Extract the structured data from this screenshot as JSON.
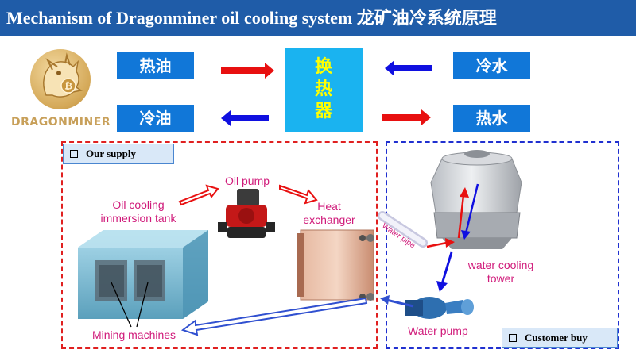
{
  "title": "Mechanism of Dragonminer oil cooling system 龙矿油冷系统原理",
  "logo": {
    "text": "DRAGONMINER",
    "icon": "dragon-bitcoin-logo"
  },
  "exchange": {
    "hot_oil": "热油",
    "cold_oil": "冷油",
    "cold_water": "冷水",
    "hot_water": "热水",
    "heat_exchanger": [
      "换",
      "热",
      "器"
    ]
  },
  "sections": {
    "our_supply": "Our supply",
    "customer_buy": "Customer buy"
  },
  "labels": {
    "oil_pump": "Oil pump",
    "immersion_tank": [
      "Oil cooling",
      "immersion tank"
    ],
    "heat_exchanger": [
      "Heat",
      "exchanger"
    ],
    "water_pipe": "Water pipe",
    "cooling_tower": [
      "water cooling",
      "tower"
    ],
    "water_pump": "Water pump",
    "mining_machines": "Mining machines"
  },
  "colors": {
    "title_bar": "#1F5CA8",
    "box_blue": "#1177D8",
    "heat_exchanger_box": "#1AB3F0",
    "heat_exchanger_text": "#FFFF00",
    "hot_arrow": "#E81010",
    "cold_arrow": "#1010E0",
    "label_text": "#D01A7A",
    "supply_border": "#E02020",
    "customer_border": "#2030D0"
  }
}
